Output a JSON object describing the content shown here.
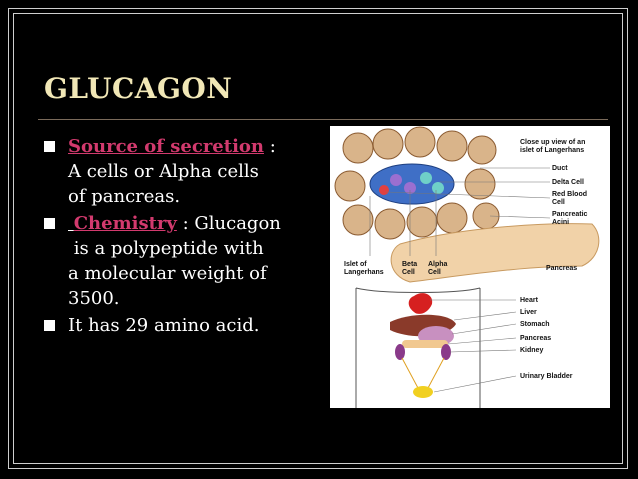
{
  "title": "GLUCAGON",
  "bullets": [
    {
      "label": "Source of secretion",
      "sep": " :",
      "lines": [
        "A cells or Alpha  cells",
        "of pancreas."
      ]
    },
    {
      "prefix": " ",
      "label": "Chemistry",
      "sep": " : Glucagon",
      "lines": [
        " is a polypeptide with",
        "a molecular weight of",
        "3500."
      ]
    },
    {
      "text": "It has 29 amino acid."
    }
  ],
  "figure": {
    "caption_top": [
      "Close up view of an",
      "islet of Langerhans"
    ],
    "labels_right_top": [
      "Duct",
      "Delta Cell",
      "Red Blood",
      "Cell",
      "Pancreatic",
      "Acini"
    ],
    "label_islet": [
      "Islet of",
      "Langerhans"
    ],
    "label_beta": [
      "Beta",
      "Cell"
    ],
    "label_alpha": [
      "Alpha",
      "Cell"
    ],
    "label_pancreas": "Pancreas",
    "organ_labels": [
      "Heart",
      "Liver",
      "Stomach",
      "Pancreas",
      "Kidney",
      "Urinary Bladder"
    ]
  },
  "colors": {
    "title": "#f1e7b6",
    "highlight": "#d23a6e",
    "background": "#000000"
  }
}
